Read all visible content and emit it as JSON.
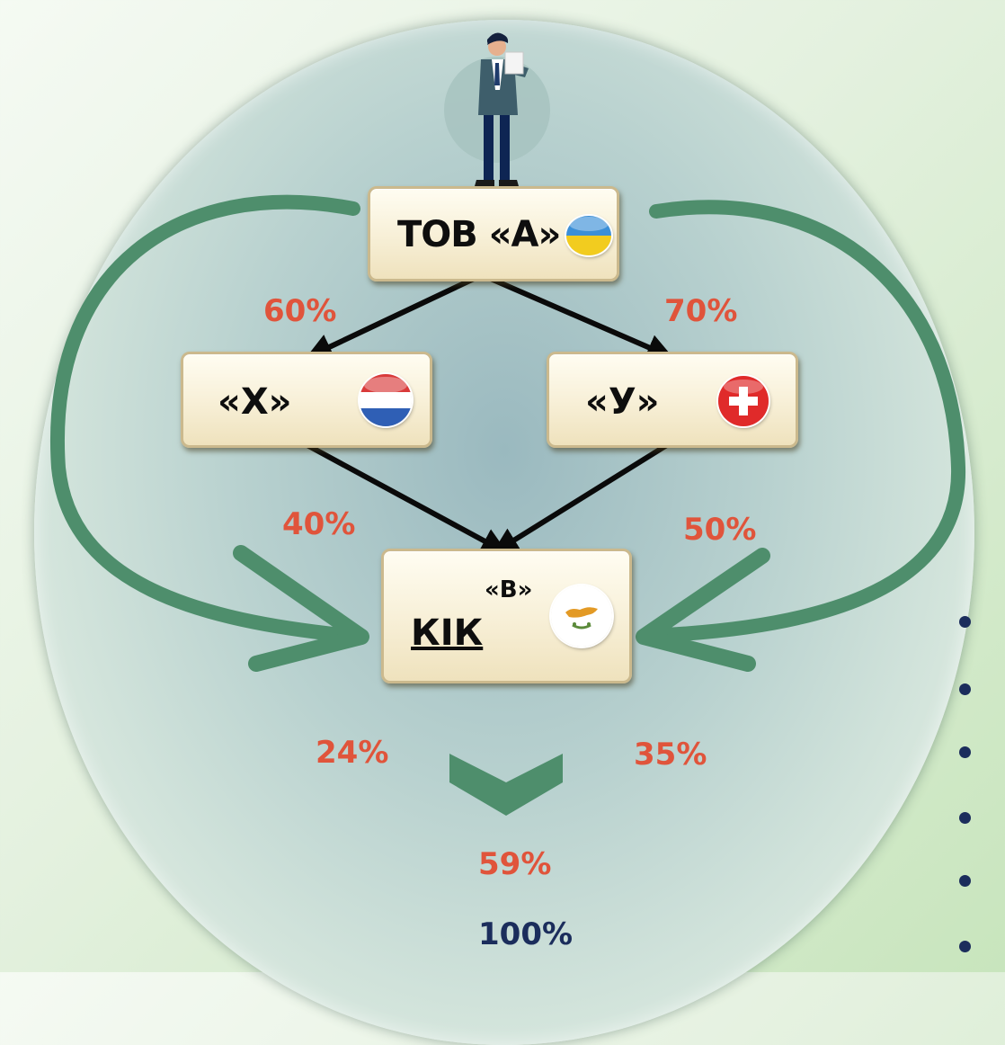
{
  "nodes": {
    "a": {
      "label": "ТОВ «А»",
      "flag": "ukraine-flag-icon"
    },
    "x": {
      "label": "«Х»",
      "flag": "netherlands-flag-icon"
    },
    "y": {
      "label": "«У»",
      "flag": "switzerland-flag-icon"
    },
    "b": {
      "label_top": "«В»",
      "label_main": "КІК",
      "flag": "cyprus-flag-icon"
    }
  },
  "edges": [
    {
      "from": "ТОВ «А»",
      "to": "«Х»",
      "percent": "60%"
    },
    {
      "from": "ТОВ «А»",
      "to": "«У»",
      "percent": "70%"
    },
    {
      "from": "«Х»",
      "to": "КІК «В»",
      "percent": "40%"
    },
    {
      "from": "«У»",
      "to": "КІК «В»",
      "percent": "50%"
    }
  ],
  "indirect": {
    "left_percent": "24%",
    "right_percent": "35%",
    "sum_percent": "59%",
    "total": "100%"
  },
  "colors": {
    "percent_text": "#e0543b",
    "total_text": "#1b2d5c",
    "curved_arrows": "#4e8e6c",
    "node_fill": "#f7efd6"
  },
  "icons": {
    "person": "businessman-icon",
    "summary": "chevron-down-icon",
    "bullets": 6
  }
}
